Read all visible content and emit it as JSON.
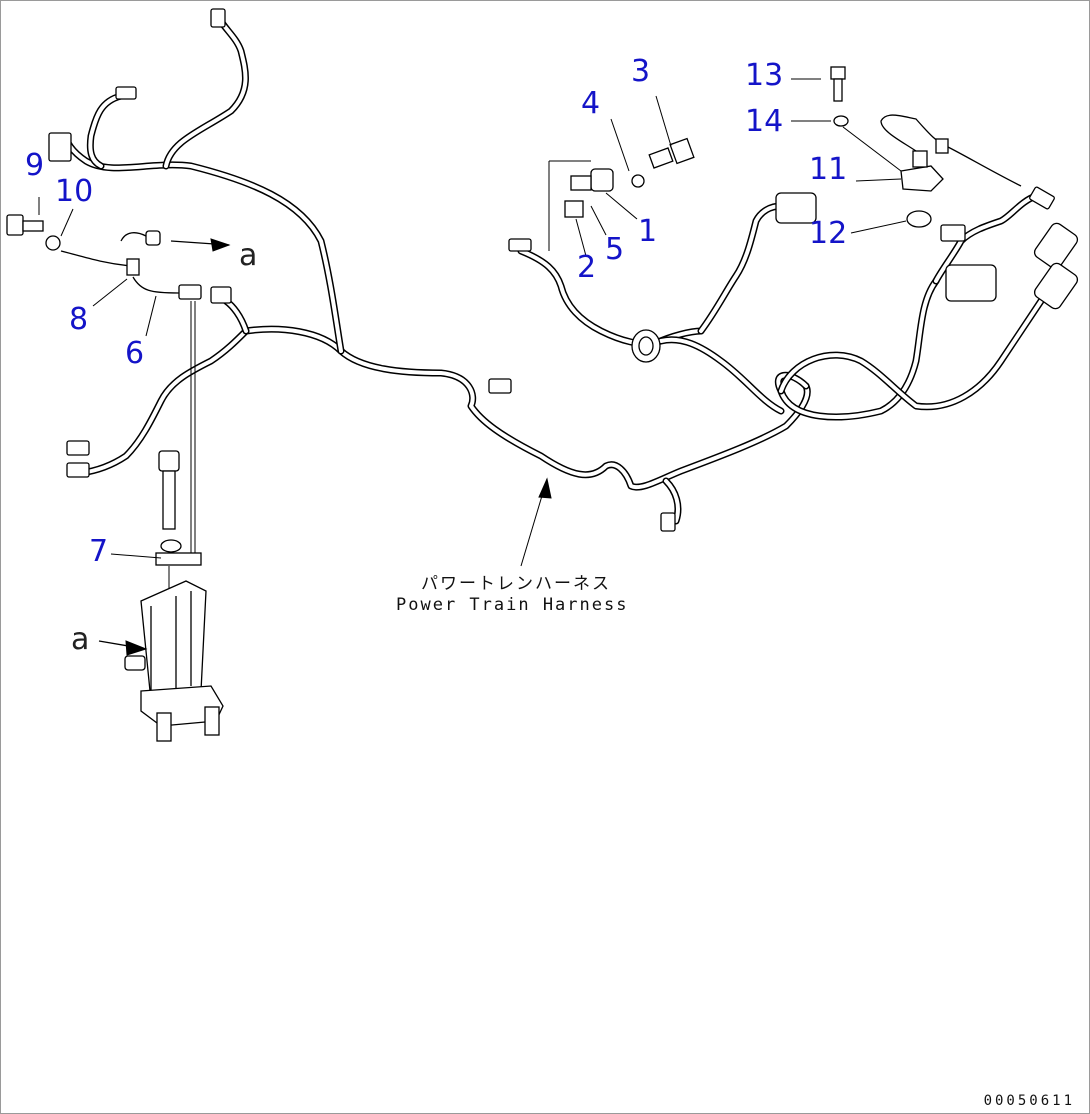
{
  "callouts": {
    "c1": "1",
    "c2": "2",
    "c3": "3",
    "c4": "4",
    "c5": "5",
    "c6": "6",
    "c7": "7",
    "c8": "8",
    "c9": "9",
    "c10": "10",
    "c11": "11",
    "c12": "12",
    "c13": "13",
    "c14": "14"
  },
  "view_refs": {
    "right": "a",
    "left": "a"
  },
  "harness": {
    "name_jp": "パワートレンハーネス",
    "name_en": "Power Train Harness"
  },
  "drawing_number": "00050611",
  "colors": {
    "callout": "#1414c8",
    "line": "#000000"
  }
}
